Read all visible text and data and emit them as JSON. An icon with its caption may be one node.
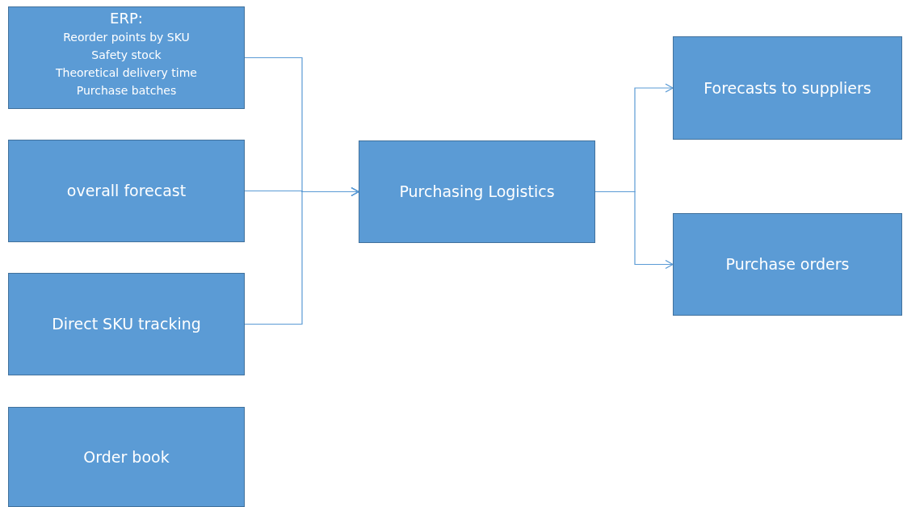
{
  "diagram": {
    "nodes": [
      {
        "text": [
          "ERP:",
          "Reorder points by SKU",
          "Safety stock",
          "Theoretical delivery time",
          "Purchase batches"
        ]
      },
      {
        "text": [
          "overall forecast"
        ]
      },
      {
        "text": [
          "Direct SKU tracking"
        ]
      },
      {
        "text": [
          "Order book"
        ]
      },
      {
        "text": [
          "Purchasing Logistics"
        ]
      },
      {
        "text": [
          "Forecasts to suppliers"
        ]
      },
      {
        "text": [
          "Purchase orders"
        ]
      }
    ],
    "edges": [
      {
        "from": 0,
        "to": 4,
        "arrow": "to"
      },
      {
        "from": 1,
        "to": 4,
        "arrow": "to"
      },
      {
        "from": 2,
        "to": 4,
        "arrow": "to"
      },
      {
        "from": 4,
        "to": 5,
        "arrow": "to"
      },
      {
        "from": 4,
        "to": 6,
        "arrow": "to"
      }
    ]
  }
}
